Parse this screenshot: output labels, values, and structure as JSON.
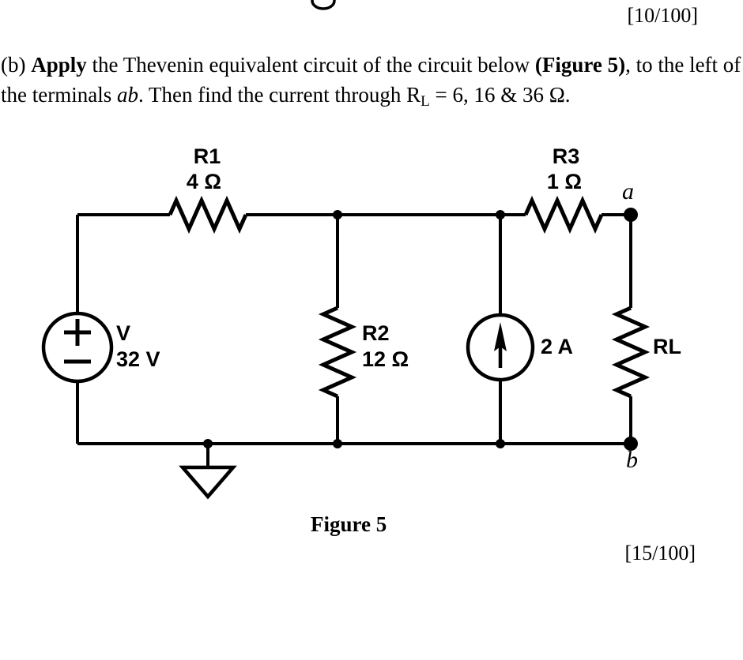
{
  "colors": {
    "ink": "#000000",
    "paper": "#ffffff"
  },
  "page": {
    "cropped_line_glyph": "g",
    "marks_top": "[10/100]",
    "marks_bottom": "[15/100]"
  },
  "question": {
    "line1": {
      "t1": "(b) ",
      "b1": "Apply",
      "t2": " the Thevenin equivalent circuit of the circuit below ",
      "b2": "(Figure 5)",
      "t3": ", to the left of"
    },
    "line2": {
      "t1": "the terminals ",
      "i1": "ab",
      "t2": ". Then find the current through R",
      "sub": "L",
      "t3": " = 6, 16 & 36 Ω."
    }
  },
  "figure": {
    "caption": "Figure 5",
    "terminals": {
      "a": "a",
      "b": "b"
    },
    "components": {
      "voltage_source": {
        "label": "V",
        "value": "32 V"
      },
      "current_source": {
        "value": "2 A"
      },
      "r1": {
        "label": "R1",
        "value": "4 Ω"
      },
      "r2": {
        "label": "R2",
        "value": "12 Ω"
      },
      "r3": {
        "label": "R3",
        "value": "1 Ω"
      },
      "rl": {
        "label": "RL"
      }
    }
  }
}
